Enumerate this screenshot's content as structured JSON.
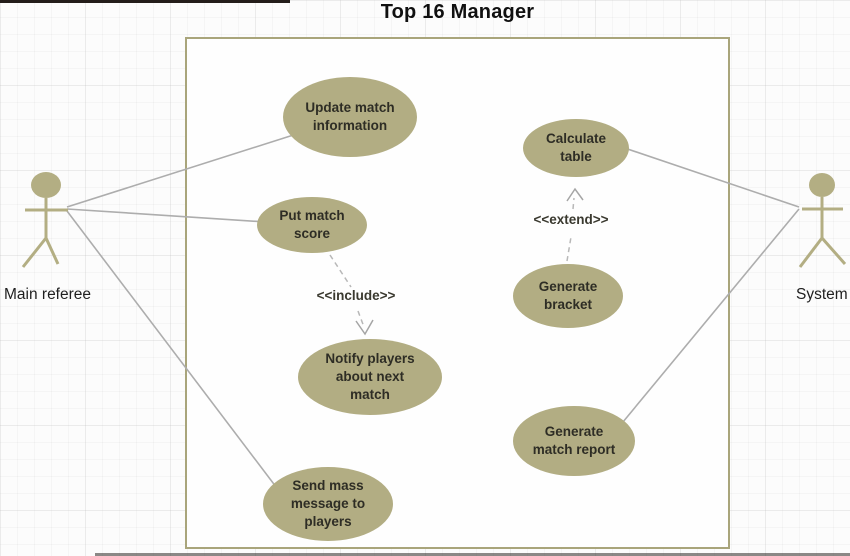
{
  "diagram": {
    "title": "Top 16 Manager",
    "type": "UML use case diagram"
  },
  "actors": [
    {
      "id": "main-referee",
      "label": "Main referee"
    },
    {
      "id": "system",
      "label": "System"
    }
  ],
  "use_cases": [
    {
      "id": "update-match-information",
      "label": "Update match information"
    },
    {
      "id": "put-match-score",
      "label": "Put match score"
    },
    {
      "id": "notify-players-about-next-match",
      "label": "Notify players about next match"
    },
    {
      "id": "send-mass-message-to-players",
      "label": "Send mass message to players"
    },
    {
      "id": "calculate-table",
      "label": "Calculate table"
    },
    {
      "id": "generate-bracket",
      "label": "Generate bracket"
    },
    {
      "id": "generate-match-report",
      "label": "Generate match report"
    }
  ],
  "relationships": [
    {
      "type": "include",
      "label": "<<include>>",
      "from": "put-match-score",
      "to": "notify-players-about-next-match"
    },
    {
      "type": "extend",
      "label": "<<extend>>",
      "from": "generate-bracket",
      "to": "calculate-table"
    }
  ],
  "associations": [
    {
      "from": "main-referee",
      "to": "update-match-information"
    },
    {
      "from": "main-referee",
      "to": "put-match-score"
    },
    {
      "from": "main-referee",
      "to": "send-mass-message-to-players"
    },
    {
      "from": "system",
      "to": "calculate-table"
    },
    {
      "from": "system",
      "to": "generate-match-report"
    }
  ],
  "colors": {
    "ellipse_fill": "#b2ad83",
    "boundary_border": "#a9a57b",
    "association_line": "#adadad",
    "dashed_line": "#b8b8b8",
    "text": "#2e2d25",
    "title": "#101010",
    "background": "#fcfcfc"
  }
}
